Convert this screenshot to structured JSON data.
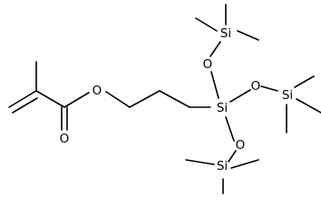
{
  "structure": {
    "atoms": {
      "ester_oxygen": "O",
      "carbonyl_oxygen": "O",
      "central_silicon": "Si",
      "siloxy_oxygen_top": "O",
      "siloxy_oxygen_right": "O",
      "siloxy_oxygen_bottom": "O",
      "tms_silicon_top": "Si",
      "tms_silicon_right": "Si",
      "tms_silicon_bottom": "Si"
    }
  }
}
